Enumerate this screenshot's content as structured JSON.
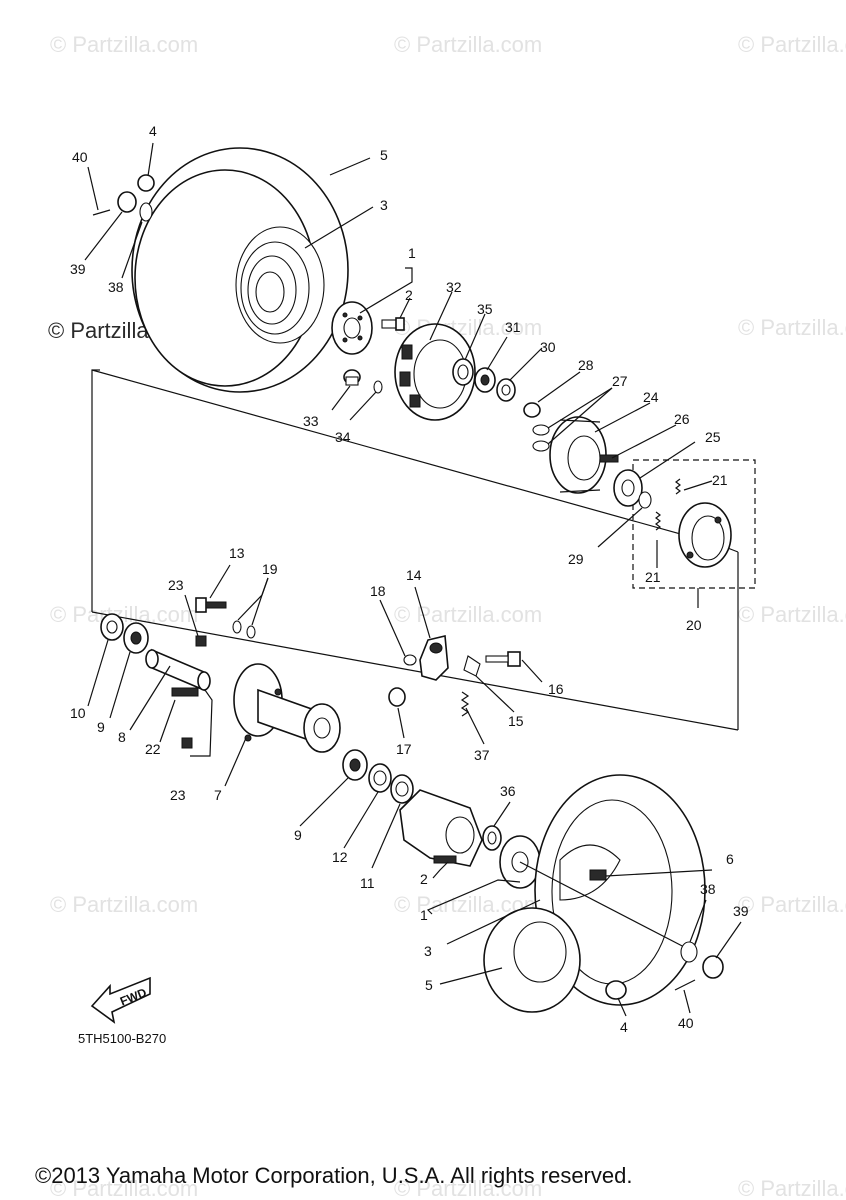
{
  "watermarks": {
    "text": "© Partzilla.com",
    "dark_text": "© Partzilla.com"
  },
  "callouts": {
    "c1a": "1",
    "c1b": "1",
    "c2a": "2",
    "c2b": "2",
    "c3a": "3",
    "c3b": "3",
    "c4a": "4",
    "c4b": "4",
    "c5a": "5",
    "c5b": "5",
    "c6": "6",
    "c7": "7",
    "c8": "8",
    "c9a": "9",
    "c9b": "9",
    "c10": "10",
    "c11": "11",
    "c12": "12",
    "c13": "13",
    "c14": "14",
    "c15": "15",
    "c16": "16",
    "c17": "17",
    "c18": "18",
    "c19": "19",
    "c20": "20",
    "c21a": "21",
    "c21b": "21",
    "c22": "22",
    "c23a": "23",
    "c23b": "23",
    "c24": "24",
    "c25": "25",
    "c26": "26",
    "c27": "27",
    "c28": "28",
    "c29": "29",
    "c30": "30",
    "c31": "31",
    "c32": "32",
    "c33": "33",
    "c34": "34",
    "c35": "35",
    "c36": "36",
    "c37": "37",
    "c38a": "38",
    "c38b": "38",
    "c39a": "39",
    "c39b": "39",
    "c40a": "40",
    "c40b": "40"
  },
  "fwd_label": "FWD",
  "diagram_code": "5TH5100-B270",
  "copyright": "©2013 Yamaha Motor Corporation, U.S.A. All rights reserved."
}
